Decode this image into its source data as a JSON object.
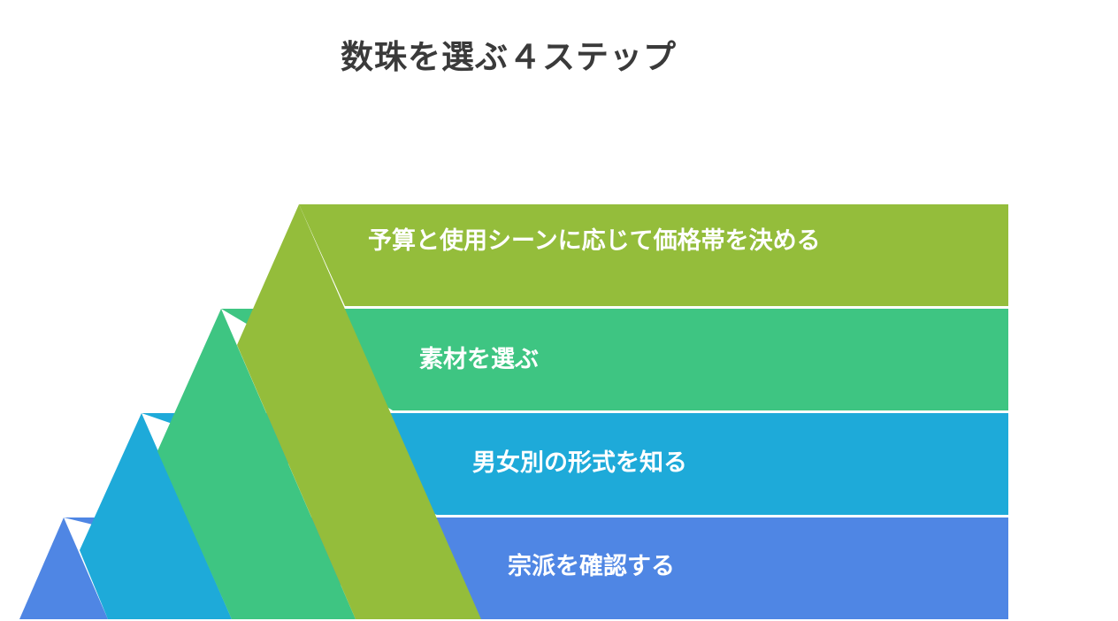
{
  "title": "数珠を選ぶ４ステップ",
  "steps": [
    {
      "label": "予算と使用シーンに応じて価格帯を決める",
      "color": "#94bd3b"
    },
    {
      "label": "素材を選ぶ",
      "color": "#3ec582"
    },
    {
      "label": "男女別の形式を知る",
      "color": "#1eaad9"
    },
    {
      "label": "宗派を確認する",
      "color": "#4f86e4"
    }
  ]
}
